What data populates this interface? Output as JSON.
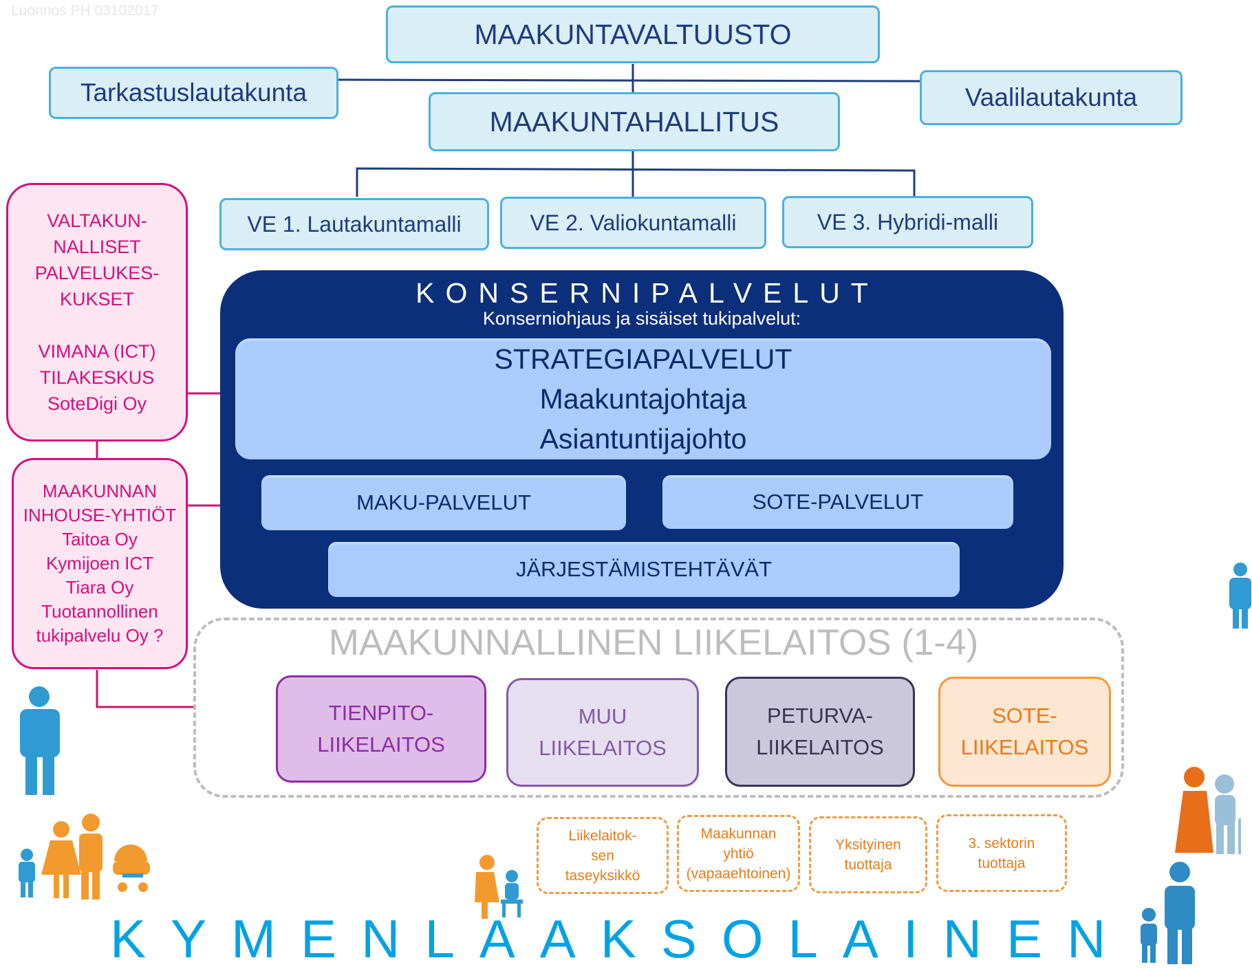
{
  "draft_note": "Luonnos PH  03102017",
  "top": {
    "valtuusto": "MAAKUNTAVALTUUSTO",
    "hallitus": "MAAKUNTAHALLITUS",
    "tarkastus": "Tarkastuslautakunta",
    "vaali": "Vaalilautakunta"
  },
  "models": [
    "VE 1. Lautakuntamalli",
    "VE 2. Valiokuntamalli",
    "VE 3. Hybridi-malli"
  ],
  "national": {
    "lines": [
      "VALTAKUN-",
      "NALLISET",
      "PALVELUKES-",
      "KUKSET",
      "",
      "VIMANA (ICT)",
      "TILAKESKUS",
      "SoteDigi Oy"
    ]
  },
  "inhouse": {
    "lines": [
      "MAAKUNNAN",
      "INHOUSE-YHTIÖT",
      "Taitoa Oy",
      "Kymijoen ICT",
      "Tiara Oy",
      "Tuotannollinen",
      "tukipalvelu Oy ?"
    ]
  },
  "konserni": {
    "title": "KONSERNIPALVELUT",
    "subtitle": "Konserniohjaus ja sisäiset tukipalvelut:",
    "strategy": [
      "STRATEGIAPALVELUT",
      "Maakuntajohtaja",
      "Asiantuntijajohto"
    ],
    "maku": "MAKU-PALVELUT",
    "sote": "SOTE-PALVELUT",
    "jarj": "JÄRJESTÄMISTEHTÄVÄT"
  },
  "liikelaitos": {
    "title": "MAAKUNNALLINEN LIIKELAITOS (1-4)",
    "units": [
      {
        "lines": [
          "TIENPITO-",
          "LIIKELAITOS"
        ]
      },
      {
        "lines": [
          "MUU",
          "LIIKELAITOS"
        ]
      },
      {
        "lines": [
          "PETURVA-",
          "LIIKELAITOS"
        ]
      },
      {
        "lines": [
          "SOTE-",
          "LIIKELAITOS"
        ]
      }
    ]
  },
  "producers": [
    {
      "lines": [
        "Liikelaitok-",
        "sen",
        "taseyksikkö"
      ]
    },
    {
      "lines": [
        "Maakunnan",
        "yhtiö",
        "(vapaaehtoinen)"
      ]
    },
    {
      "lines": [
        "Yksityinen",
        "tuottaja"
      ]
    },
    {
      "lines": [
        "3. sektorin",
        "tuottaja"
      ]
    }
  ],
  "footer": "KYMENLAAKSOLAINEN",
  "colors": {
    "light_blue_box": "#daeef5",
    "light_blue_border": "#49b0de",
    "dark_text": "#1f3c7c",
    "navy": "#0b2f7a",
    "inner_blue": "#aacbfb",
    "pink": "#d40f7d",
    "orange": "#ea7b17",
    "people_blue": "#2f9bd3",
    "people_orange": "#f29a2e"
  }
}
